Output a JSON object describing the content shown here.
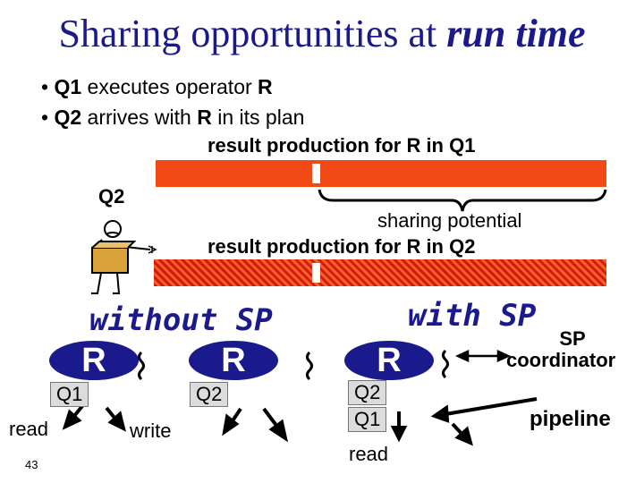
{
  "title": {
    "prefix": "Sharing opportunities at ",
    "emphasis": "run time"
  },
  "bullets": [
    {
      "bold": "Q1",
      "rest": " executes operator ",
      "bold2": "R"
    },
    {
      "bold": "Q2",
      "rest": " arrives with ",
      "bold2": "R",
      "rest2": " in its plan"
    }
  ],
  "timeline": {
    "label_q1": "result production for R in Q1",
    "label_q2": "result production for R in Q2",
    "sharing": "sharing potential",
    "q2_label": "Q2"
  },
  "without_sp": {
    "heading": "without SP",
    "op_left": "R",
    "op_right": "R",
    "q1": "Q1",
    "q2": "Q2",
    "read": "read",
    "write": "write"
  },
  "with_sp": {
    "heading": "with SP",
    "op": "R",
    "q2": "Q2",
    "q1": "Q1",
    "read": "read",
    "coordinator_1": "SP",
    "coordinator_2": "coordinator",
    "pipeline": "pipeline"
  },
  "page_number": "43",
  "colors": {
    "title": "#1a1a8c",
    "bar": "#f24a17",
    "operator": "#1a1a8c"
  }
}
